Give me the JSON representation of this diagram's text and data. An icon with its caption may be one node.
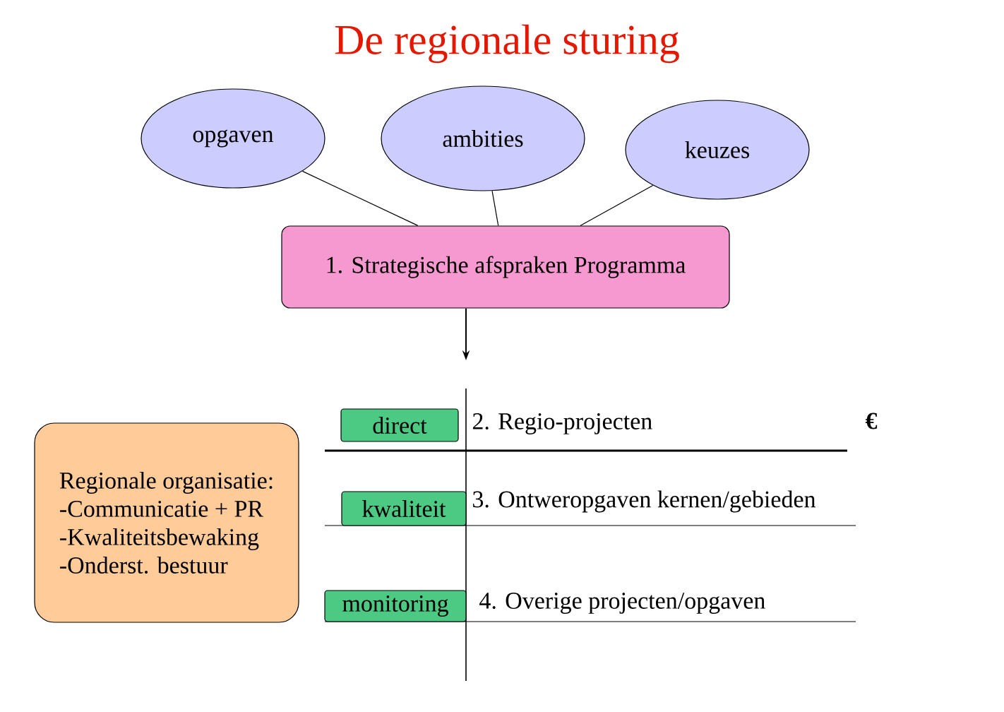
{
  "diagram": {
    "title": "De regionale sturing",
    "nodes": [
      {
        "text": [
          "opgaven"
        ]
      },
      {
        "text": [
          "ambities"
        ]
      },
      {
        "text": [
          "keuzes"
        ]
      },
      {
        "text": [
          "1. Strategische afspraken Programma"
        ]
      },
      {
        "text": [
          "Regionale organisatie:",
          "-Communicatie + PR",
          "-Kwaliteitsbewaking",
          "-Onderst. bestuur"
        ]
      },
      {
        "text": [
          "direct"
        ]
      },
      {
        "text": [
          "kwaliteit"
        ]
      },
      {
        "text": [
          "monitoring"
        ]
      }
    ],
    "edges": [
      {
        "from": 0,
        "to": 3,
        "arrow": "none"
      },
      {
        "from": 1,
        "to": 3,
        "arrow": "none"
      },
      {
        "from": 2,
        "to": 3,
        "arrow": "none"
      },
      {
        "from": 3,
        "to": null,
        "arrow": "to"
      }
    ],
    "labels": [
      "2. Regio-projecten",
      "€",
      "3. Ontweropgaven kernen/gebieden",
      "4. Overige projecten/opgaven"
    ]
  }
}
